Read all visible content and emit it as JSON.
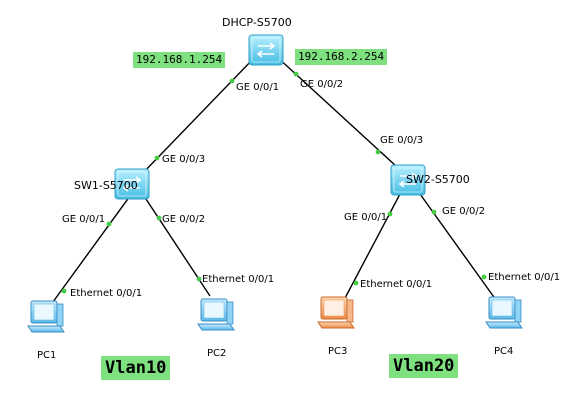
{
  "devices": {
    "core": {
      "name": "DHCP-S5700"
    },
    "sw1": {
      "name": "SW1-S5700"
    },
    "sw2": {
      "name": "SW2-S5700"
    },
    "pc1": {
      "name": "PC1"
    },
    "pc2": {
      "name": "PC2"
    },
    "pc3": {
      "name": "PC3"
    },
    "pc4": {
      "name": "PC4"
    }
  },
  "ports": {
    "core_left": "GE 0/0/1",
    "core_right": "GE 0/0/2",
    "sw1_up": "GE 0/0/3",
    "sw1_left": "GE 0/0/1",
    "sw1_right": "GE 0/0/2",
    "sw2_up": "GE 0/0/3",
    "sw2_left": "GE 0/0/1",
    "sw2_right": "GE 0/0/2",
    "pc1_eth": "Ethernet 0/0/1",
    "pc2_eth": "Ethernet 0/0/1",
    "pc3_eth": "Ethernet 0/0/1",
    "pc4_eth": "Ethernet 0/0/1"
  },
  "gateways": {
    "left": "192.168.1.254",
    "right": "192.168.2.254"
  },
  "vlans": {
    "left": "Vlan10",
    "right": "Vlan20"
  },
  "colors": {
    "switch": "#6ad4f0",
    "pc_default": "#7ecff2",
    "pc_highlight": "#f5a46a",
    "link": "#000000",
    "port_dot": "#44cc44",
    "label_bg": "#7fe07f"
  }
}
